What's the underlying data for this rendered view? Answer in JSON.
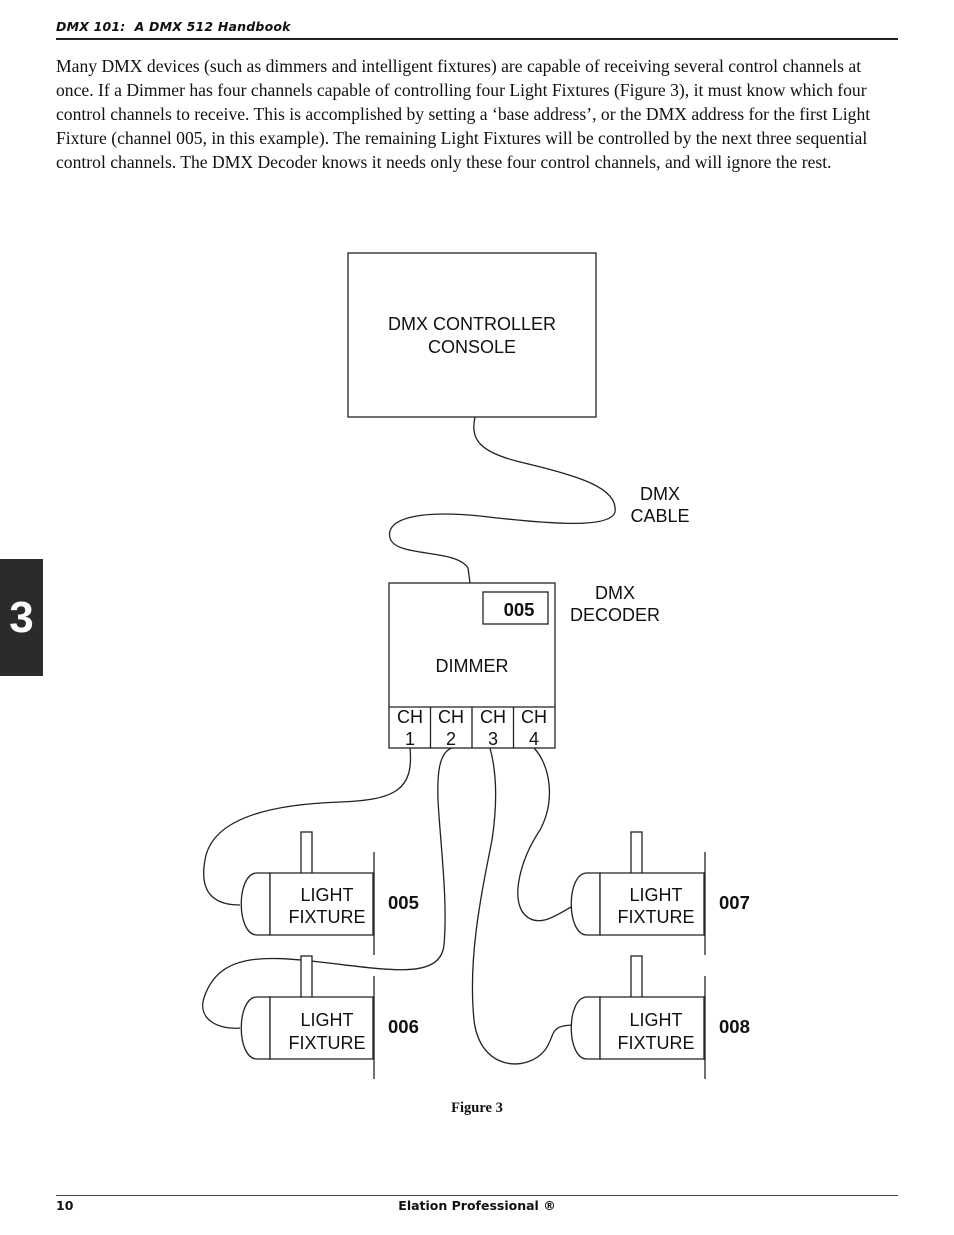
{
  "header": {
    "title": "DMX 101:  A DMX 512 Handbook"
  },
  "body": {
    "paragraph": "Many DMX devices (such as dimmers and intelligent fixtures) are capable of receiving several control channels at once.  If a Dimmer has four channels capable of controlling four Light Fixtures (Figure 3), it must know which four control channels to receive.  This is accomplished by setting a ‘base address’, or the DMX address for the first Light Fixture (channel 005, in this example).  The remaining Light Fixtures will be controlled by the next three sequential control channels.  The DMX Decoder knows it needs only these four control channels, and will ignore the rest."
  },
  "chapter_tab": {
    "number": "3"
  },
  "figure": {
    "controller": {
      "line1": "DMX CONTROLLER",
      "line2": "CONSOLE"
    },
    "cable": {
      "line1": "DMX",
      "line2": "CABLE"
    },
    "decoder": {
      "line1": "DMX",
      "line2": "DECODER"
    },
    "dimmer": {
      "label": "DIMMER",
      "address": "005",
      "channels": [
        {
          "top": "CH",
          "num": "1"
        },
        {
          "top": "CH",
          "num": "2"
        },
        {
          "top": "CH",
          "num": "3"
        },
        {
          "top": "CH",
          "num": "4"
        }
      ]
    },
    "fixtures": [
      {
        "line1": "LIGHT",
        "line2": "FIXTURE",
        "address": "005"
      },
      {
        "line1": "LIGHT",
        "line2": "FIXTURE",
        "address": "006"
      },
      {
        "line1": "LIGHT",
        "line2": "FIXTURE",
        "address": "007"
      },
      {
        "line1": "LIGHT",
        "line2": "FIXTURE",
        "address": "008"
      }
    ],
    "caption": "Figure 3"
  },
  "footer": {
    "page_number": "10",
    "brand": "Elation Professional ®"
  }
}
